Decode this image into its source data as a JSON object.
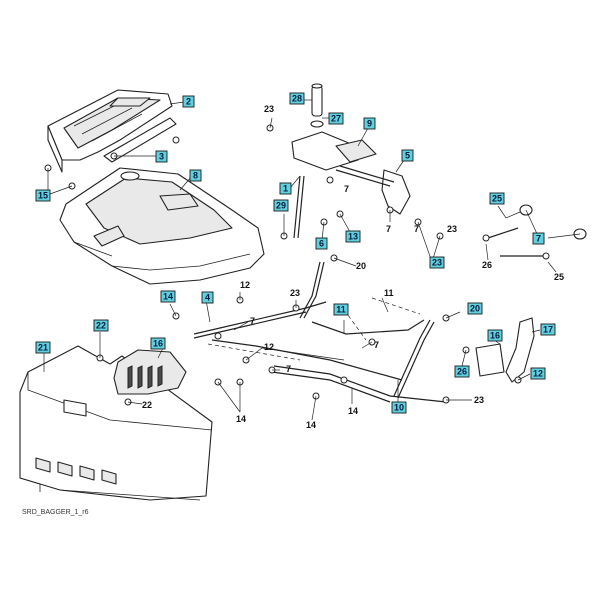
{
  "diagram_ref": "SRD_BAGGER_1_r6",
  "colors": {
    "callout_fill": "#5fd0e0",
    "line": "#222222"
  },
  "callouts": [
    {
      "text": "2",
      "boxed": true
    },
    {
      "text": "3",
      "boxed": true
    },
    {
      "text": "15",
      "boxed": true
    },
    {
      "text": "8",
      "boxed": true
    },
    {
      "text": "28",
      "boxed": true
    },
    {
      "text": "27",
      "boxed": true
    },
    {
      "text": "9",
      "boxed": true
    },
    {
      "text": "5",
      "boxed": true
    },
    {
      "text": "1",
      "boxed": true
    },
    {
      "text": "29",
      "boxed": true
    },
    {
      "text": "6",
      "boxed": true
    },
    {
      "text": "13",
      "boxed": true
    },
    {
      "text": "23",
      "boxed": true
    },
    {
      "text": "25",
      "boxed": true
    },
    {
      "text": "7",
      "boxed": true
    },
    {
      "text": "14",
      "boxed": true
    },
    {
      "text": "4",
      "boxed": true
    },
    {
      "text": "22",
      "boxed": true
    },
    {
      "text": "21",
      "boxed": true
    },
    {
      "text": "16",
      "boxed": true
    },
    {
      "text": "11",
      "boxed": true
    },
    {
      "text": "20",
      "boxed": true
    },
    {
      "text": "16",
      "boxed": true
    },
    {
      "text": "17",
      "boxed": true
    },
    {
      "text": "26",
      "boxed": true
    },
    {
      "text": "12",
      "boxed": true
    },
    {
      "text": "10",
      "boxed": true
    },
    {
      "text": "23",
      "boxed": false
    },
    {
      "text": "7",
      "boxed": false
    },
    {
      "text": "7",
      "boxed": false
    },
    {
      "text": "7",
      "boxed": false
    },
    {
      "text": "23",
      "boxed": false
    },
    {
      "text": "26",
      "boxed": false
    },
    {
      "text": "25",
      "boxed": false
    },
    {
      "text": "20",
      "boxed": false
    },
    {
      "text": "12",
      "boxed": false
    },
    {
      "text": "23",
      "boxed": false
    },
    {
      "text": "7",
      "boxed": false
    },
    {
      "text": "12",
      "boxed": false
    },
    {
      "text": "7",
      "boxed": false
    },
    {
      "text": "14",
      "boxed": false
    },
    {
      "text": "14",
      "boxed": false
    },
    {
      "text": "14",
      "boxed": false
    },
    {
      "text": "11",
      "boxed": false
    },
    {
      "text": "7",
      "boxed": false
    },
    {
      "text": "22",
      "boxed": false
    },
    {
      "text": "23",
      "boxed": false
    }
  ]
}
